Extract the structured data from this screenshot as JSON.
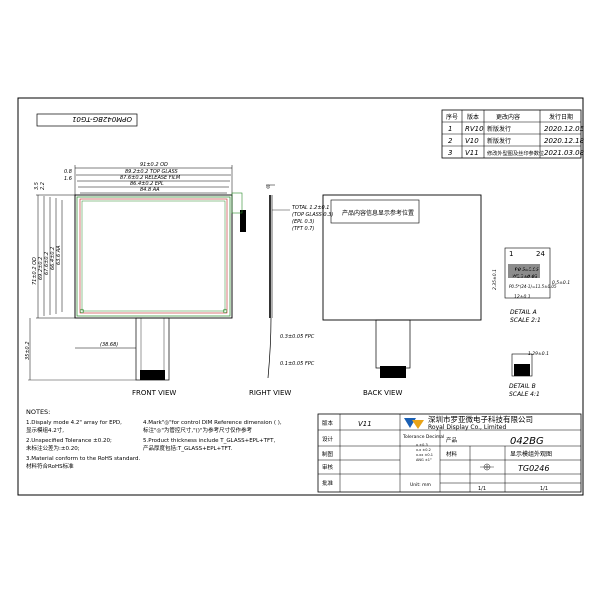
{
  "part_code_rotated": "OPM042BG-TG01",
  "revision_table": {
    "headers": [
      "序号",
      "版本",
      "更改内容",
      "发行日期"
    ],
    "rows": [
      [
        "1",
        "RV10",
        "新版发行",
        "2020.12.05"
      ],
      [
        "2",
        "V10",
        "新版发行",
        "2020.12.18"
      ],
      [
        "3",
        "V11",
        "修改外型图及丝印参数位",
        "2021.03.08"
      ]
    ]
  },
  "front_view": {
    "label": "FRONT VIEW",
    "width_dims": [
      "91±0.2 OD",
      "89.2±0.2 TOP GLASS",
      "87.6±0.2 RELEASE FILM",
      "86.4±0.2 EPL",
      "84.8 AA"
    ],
    "height_dims": [
      "71±0.2 OD",
      "69.2±0.2",
      "67.6±0.2",
      "66.4±0.2",
      "63.6 AA"
    ],
    "top_small_dims": [
      "0.8",
      "1.6",
      "2.2",
      "3.5"
    ],
    "tail_width": "(38.68)",
    "tail_length": "35±0.2"
  },
  "right_view": {
    "label": "RIGHT VIEW",
    "thickness_labels": [
      "TOTAL 1.2±0.1",
      "(TOP GLASS 0.3)",
      "(EPL 0.3)",
      "(TFT 0.7)"
    ],
    "fpc_label": "0.3±0.05 FPC",
    "tail_label": "0.1±0.05 FPC"
  },
  "back_view": {
    "label": "BACK VIEW",
    "note": "产品内容信息显示参考位置"
  },
  "detail_a": {
    "label": "DETAIL A",
    "scale": "SCALE 2:1",
    "pin_first": "1",
    "pin_last": "24",
    "dims": [
      "2.35±0.1",
      "P0.5±0.05",
      "W0.3±0.03",
      "0.5±0.1",
      "12±0.1",
      "P0.5*(24-1)=11.5±0.05"
    ]
  },
  "detail_b": {
    "label": "DETAIL B",
    "scale": "SCALE 4:1",
    "dim": "1.29±0.1"
  },
  "notes": {
    "title": "NOTES:",
    "lines": [
      "1.Dispaly mode 4.2\" array for EPD,",
      "  显示模组4.2寸,",
      "2.Unspecified Tolerance ±0.20;",
      "  未标注公差为:±0.20;",
      "3.Material conform to the RoHS standard.",
      "  材料符合RoHS标准",
      "4.Mark\"◎\"for control DIM Reference dimension ( ),",
      "  标注\"◎\"为管控尺寸,\"()\"为参考尺寸仅作参考",
      "5.Product thickness include T_GLASS+EPL+TFT,",
      "  产品厚度包括:T_GLASS+EPL+TFT."
    ]
  },
  "title_block": {
    "version_label": "版本",
    "version": "V11",
    "design_label": "设计",
    "drawn_label": "制图",
    "check_label": "审核",
    "approve_label": "批准",
    "company_cn": "深圳市罗亚微电子科技有限公司",
    "company_en": "Royal Display Co., Limited",
    "tolerance_title": "Tolerance Decimal",
    "tolerance_rows": [
      "x  ±0.3",
      "x.x  ±0.2",
      "x.xx  ±0.1",
      "ANG  ±1°"
    ],
    "unit": "Unit: mm",
    "product_label": "产品",
    "product": "042BG",
    "material_label": "材料",
    "material": "显示模组外观图",
    "part_no": "TG0246",
    "sheet_label": "1/1",
    "scale_label": "1/1"
  }
}
